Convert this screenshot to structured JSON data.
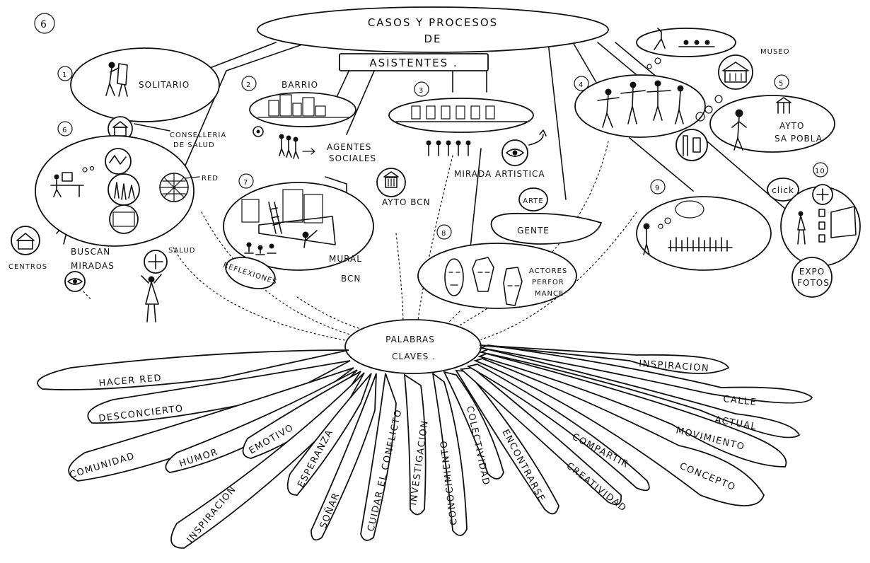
{
  "title": {
    "line1": "CASOS Y PROCESOS",
    "line2": "DE",
    "sub": "ASISTENTES ."
  },
  "corner_number": "6",
  "nodes": {
    "n1": {
      "number": "1",
      "label": "SOLITARIO"
    },
    "n2": {
      "number": "2",
      "barrio": "BARRIO",
      "agentes": "AGENTES",
      "sociales": "SOCIALES",
      "ayto": "AYTO BCN"
    },
    "n3": {
      "number": "3",
      "mirada": "MIRADA ARTISTICA",
      "arte": "ARTE",
      "gente": "GENTE"
    },
    "n4": {
      "number": "4"
    },
    "n5": {
      "number": "5",
      "museo": "MUSEO",
      "ayto": "AYTO",
      "pobla": "SA POBLA"
    },
    "n6": {
      "number": "6",
      "conselleria1": "CONSELLERIA",
      "conselleria2": "DE SALUD",
      "red": "RED",
      "buscan": "BUSCAN",
      "miradas": "MIRADAS",
      "centros": "CENTROS",
      "salud": "SALUD"
    },
    "n7": {
      "number": "7",
      "mural": "MURAL",
      "bcn": "BCN",
      "reflexiones": "REFLEXIONES"
    },
    "n8": {
      "number": "8",
      "actores": "ACTORES",
      "perfor": "PERFOR",
      "mance": "MANCE"
    },
    "n9": {
      "number": "9"
    },
    "n10": {
      "number": "10",
      "click": "click",
      "expo": "EXPO",
      "fotos": "FOTOS"
    }
  },
  "center": {
    "line1": "PALABRAS",
    "line2": "CLAVES ."
  },
  "keywords": [
    "HACER RED",
    "DESCONCIERTO",
    "COMUNIDAD",
    "HUMOR",
    "EMOTIVO",
    "INSPIRACION",
    "ESPERANZA",
    "SOÑAR",
    "CUIDAR EL CONFLICTO",
    "INVESTIGACION",
    "CONOCIMIENTO",
    "COLECTIVIDAD",
    "ENCONTRARSE",
    "CREATIVIDAD",
    "COMPARTIR",
    "CONCEPTO",
    "MOVIMIENTO",
    "ACTUAL",
    "CALLE",
    "INSPIRACION"
  ]
}
